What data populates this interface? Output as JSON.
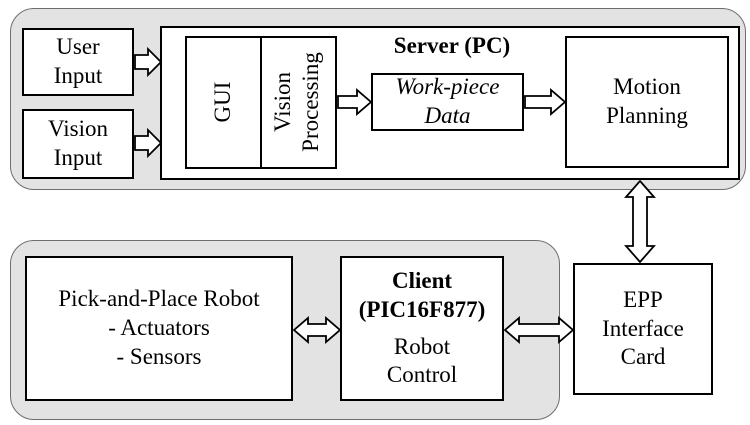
{
  "user_input": [
    "User",
    "Input"
  ],
  "vision_input": [
    "Vision",
    "Input"
  ],
  "server": {
    "title": "Server (PC)",
    "gui": "GUI",
    "vision_processing": [
      "Vision",
      "Processing"
    ],
    "workpiece_data": [
      "Work-piece",
      "Data"
    ],
    "motion_planning": [
      "Motion",
      "Planning"
    ]
  },
  "epp_card": [
    "EPP",
    "Interface",
    "Card"
  ],
  "client": {
    "title": [
      "Client",
      "(PIC16F877)"
    ],
    "robot_control": [
      "Robot",
      "Control"
    ]
  },
  "robot": [
    "Pick-and-Place Robot",
    "- Actuators",
    "- Sensors"
  ]
}
